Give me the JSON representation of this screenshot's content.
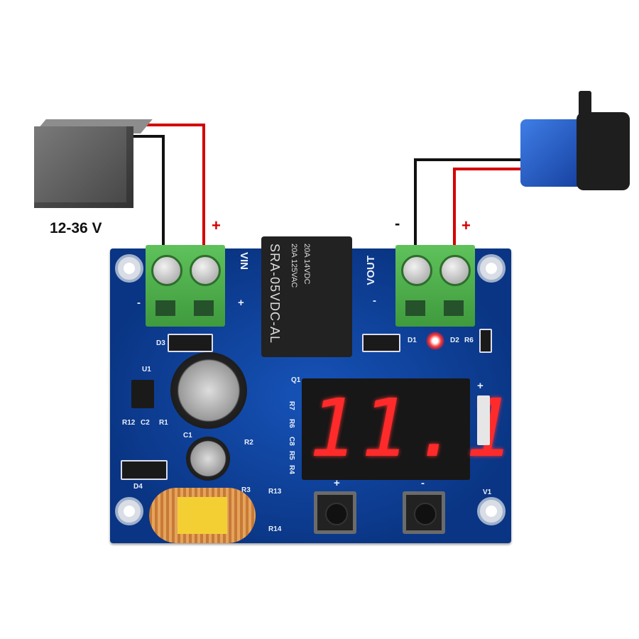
{
  "battery": {
    "label": "12-36 V"
  },
  "input_polarity": {
    "neg": "-",
    "pos": "+"
  },
  "output_polarity": {
    "neg": "-",
    "pos": "+"
  },
  "board": {
    "vin_label": "VIN",
    "vout_label": "VOUT",
    "vin_neg": "-",
    "vin_pos": "+",
    "vout_neg": "-",
    "relay": {
      "model": "SRA-05VDC-AL",
      "rating1": "20A 14VDC",
      "rating2": "20A 125VAC"
    },
    "display_value": "11.1",
    "silk": {
      "D1": "D1",
      "D2": "D2",
      "R6": "R6",
      "D3": "D3",
      "U1": "U1",
      "Q1": "Q1",
      "R12": "R12",
      "C2": "C2",
      "R1": "R1",
      "C1": "C1",
      "R2": "R2",
      "R3": "R3",
      "R4": "R4",
      "R5": "R5",
      "R7": "R7",
      "R8": "R6",
      "C8": "C8",
      "D4": "D4",
      "R13": "R13",
      "R14": "R14",
      "V1": "V1",
      "plus_btn": "+",
      "minus_btn": "-",
      "header_plus": "+"
    }
  },
  "colors": {
    "board": "#0a3584",
    "wire_pos": "#d40000",
    "wire_neg": "#111111",
    "display": "#ff2b2b",
    "terminal": "#4caf4a"
  }
}
